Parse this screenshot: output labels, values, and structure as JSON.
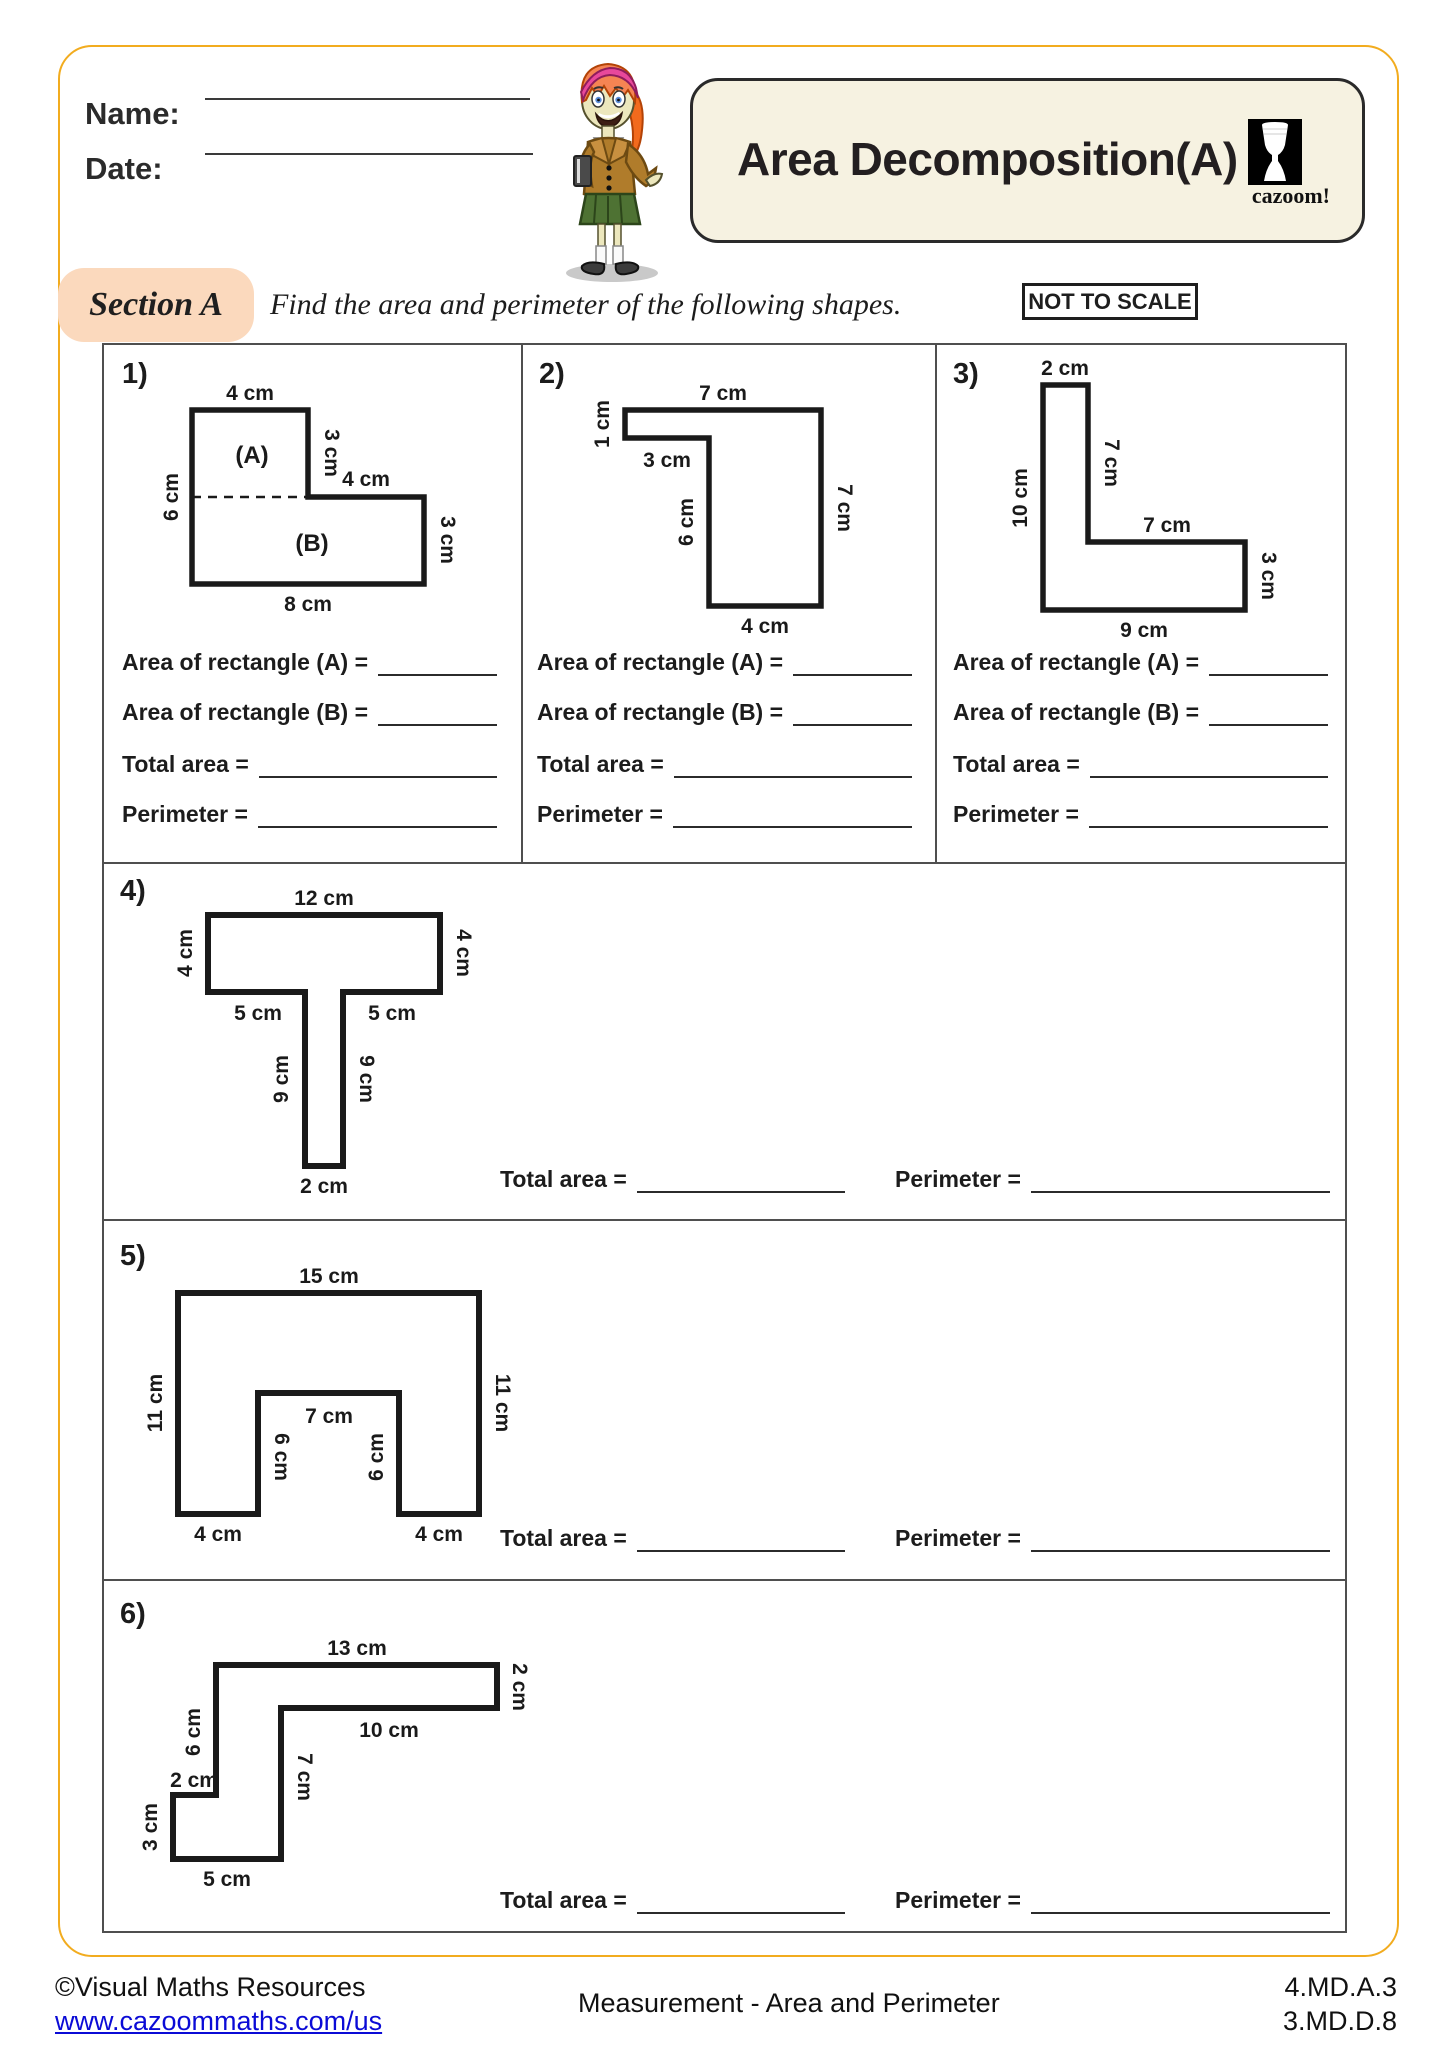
{
  "page": {
    "name_label": "Name:",
    "date_label": "Date:",
    "title": "Area Decomposition(A)",
    "brand": "cazoom!",
    "section_label": "Section A",
    "instruction": "Find the area and perimeter of the following shapes.",
    "scale_note": "NOT TO SCALE"
  },
  "answers": {
    "area_a": "Area of rectangle (A) =",
    "area_b": "Area of rectangle (B) =",
    "total": "Total area =",
    "perimeter": "Perimeter ="
  },
  "problems": [
    {
      "number": "1)",
      "region_a": "(A)",
      "region_b": "(B)",
      "dims": {
        "top": "4 cm",
        "right_upper": "3 cm",
        "left": "6 cm",
        "mid": "4 cm",
        "right_lower": "3 cm",
        "bottom": "8 cm"
      }
    },
    {
      "number": "2)",
      "dims": {
        "top": "7 cm",
        "left_upper": "1 cm",
        "step": "3 cm",
        "inner": "6 cm",
        "right": "7 cm",
        "bottom": "4 cm"
      }
    },
    {
      "number": "3)",
      "dims": {
        "top": "2 cm",
        "inner": "7 cm",
        "left": "10 cm",
        "mid": "7 cm",
        "right": "3 cm",
        "bottom": "9 cm"
      }
    },
    {
      "number": "4)",
      "dims": {
        "top": "12 cm",
        "left": "4 cm",
        "right": "4 cm",
        "shoulder_left": "5 cm",
        "shoulder_right": "5 cm",
        "stem_left": "9 cm",
        "stem_right": "9 cm",
        "bottom": "2 cm"
      }
    },
    {
      "number": "5)",
      "dims": {
        "top": "15 cm",
        "left": "11 cm",
        "right": "11 cm",
        "notch_top": "7 cm",
        "notch_left": "6 cm",
        "notch_right": "6 cm",
        "bottom_left": "4 cm",
        "bottom_right": "4 cm"
      }
    },
    {
      "number": "6)",
      "dims": {
        "top": "13 cm",
        "right": "2 cm",
        "under_top": "10 cm",
        "stem": "7 cm",
        "upper_left": "6 cm",
        "step": "2 cm",
        "lower_left": "3 cm",
        "bottom": "5 cm"
      }
    }
  ],
  "footer": {
    "copyright": "©Visual Maths Resources",
    "website": "www.cazoommaths.com/us",
    "center": "Measurement - Area and Perimeter",
    "standard_1": "4.MD.A.3",
    "standard_2": "3.MD.D.8"
  }
}
